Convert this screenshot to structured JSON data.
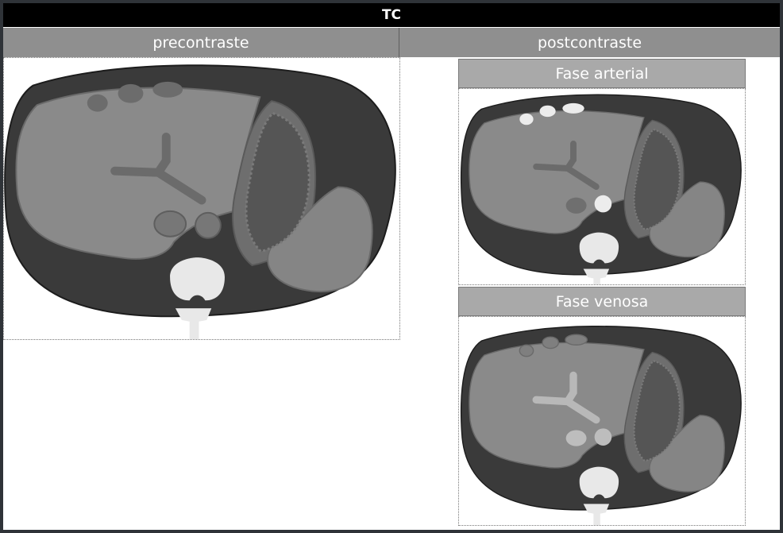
{
  "title": "TC",
  "columns": {
    "pre": {
      "label": "precontraste"
    },
    "post": {
      "label": "postcontraste"
    }
  },
  "phases": {
    "arterial": {
      "label": "Fase arterial"
    },
    "venous": {
      "label": "Fase venosa"
    }
  }
}
